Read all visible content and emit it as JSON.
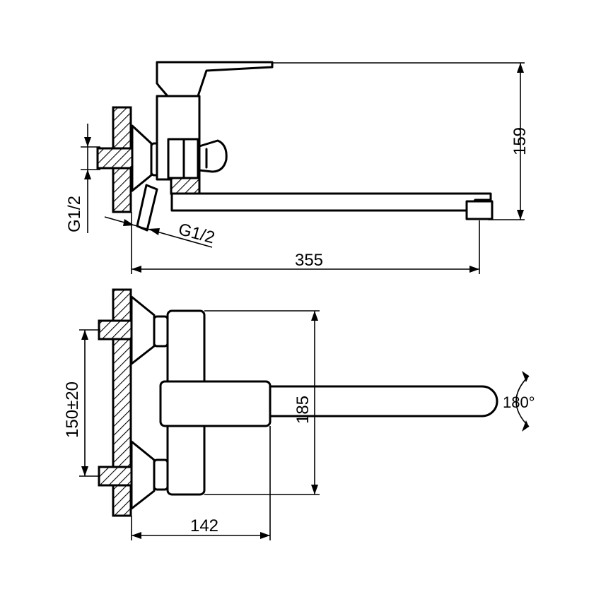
{
  "dimensions": {
    "height_159": "159",
    "length_355": "355",
    "connection_g_vertical": "G1/2",
    "connection_g_angled": "G1/2",
    "height_185": "185",
    "centers": "150±20",
    "depth_142": "142",
    "rotation": "180°"
  }
}
